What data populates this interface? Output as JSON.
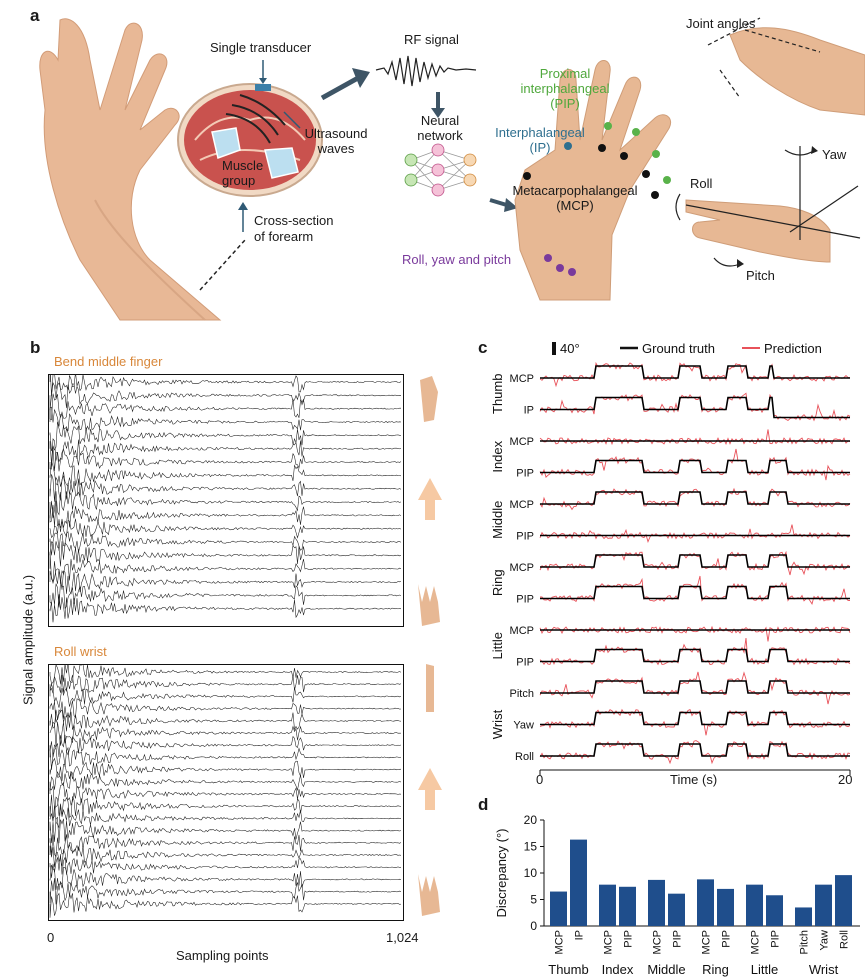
{
  "panels": {
    "a": "a",
    "b": "b",
    "c": "c",
    "d": "d"
  },
  "panel_a": {
    "single_transducer": "Single transducer",
    "ultrasound_waves_1": "Ultrasound",
    "ultrasound_waves_2": "waves",
    "muscle_group_1": "Muscle",
    "muscle_group_2": "group",
    "cross_section_1": "Cross-section",
    "cross_section_2": "of forearm",
    "rf_signal": "RF signal",
    "neural_network_1": "Neural",
    "neural_network_2": "network",
    "pip_1": "Proximal",
    "pip_2": "interphalangeal",
    "pip_3": "(PIP)",
    "ip_1": "Interphalangeal",
    "ip_2": "(IP)",
    "mcp_1": "Metacarpophalangeal",
    "mcp_2": "(MCP)",
    "roll_yaw_pitch": "Roll, yaw and pitch",
    "joint_angles": "Joint angles",
    "yaw": "Yaw",
    "roll": "Roll",
    "pitch": "Pitch"
  },
  "panel_b": {
    "title_top": "Bend middle finger",
    "title_bottom": "Roll wrist",
    "ylabel": "Signal amplitude (a.u.)",
    "xlabel": "Sampling points",
    "xtick_start": "0",
    "xtick_end": "1,024"
  },
  "panel_c": {
    "scale_label": "40°",
    "legend_truth": "Ground truth",
    "legend_pred": "Prediction",
    "xlabel": "Time (s)",
    "xtick_start": "0",
    "xtick_end": "20",
    "groups": [
      {
        "name": "Thumb",
        "rows": [
          "MCP",
          "IP"
        ]
      },
      {
        "name": "Index",
        "rows": [
          "MCP",
          "PIP"
        ]
      },
      {
        "name": "Middle",
        "rows": [
          "MCP",
          "PIP"
        ]
      },
      {
        "name": "Ring",
        "rows": [
          "MCP",
          "PIP"
        ]
      },
      {
        "name": "Little",
        "rows": [
          "MCP",
          "PIP"
        ]
      },
      {
        "name": "Wrist",
        "rows": [
          "Pitch",
          "Yaw",
          "Roll"
        ]
      }
    ],
    "colors": {
      "truth": "#000000",
      "prediction": "#e8525a"
    }
  },
  "chart_data": [
    {
      "type": "bar",
      "title": "",
      "ylabel": "Discrepancy (°)",
      "xlabel": "",
      "ylim": [
        0,
        20
      ],
      "yticks": [
        "0",
        "5",
        "10",
        "15",
        "20"
      ],
      "categories": [
        "MCP",
        "IP",
        "MCP",
        "PIP",
        "MCP",
        "PIP",
        "MCP",
        "PIP",
        "MCP",
        "PIP",
        "Pitch",
        "Yaw",
        "Roll"
      ],
      "groups": [
        {
          "name": "Thumb",
          "size": 2
        },
        {
          "name": "Index",
          "size": 2
        },
        {
          "name": "Middle",
          "size": 2
        },
        {
          "name": "Ring",
          "size": 2
        },
        {
          "name": "Little",
          "size": 2
        },
        {
          "name": "Wrist",
          "size": 3
        }
      ],
      "values": [
        6.5,
        16.3,
        7.8,
        7.4,
        8.7,
        6.1,
        8.8,
        7.0,
        7.8,
        5.8,
        3.5,
        7.8,
        9.6
      ],
      "color": "#1f4e8c",
      "grid": false
    }
  ]
}
